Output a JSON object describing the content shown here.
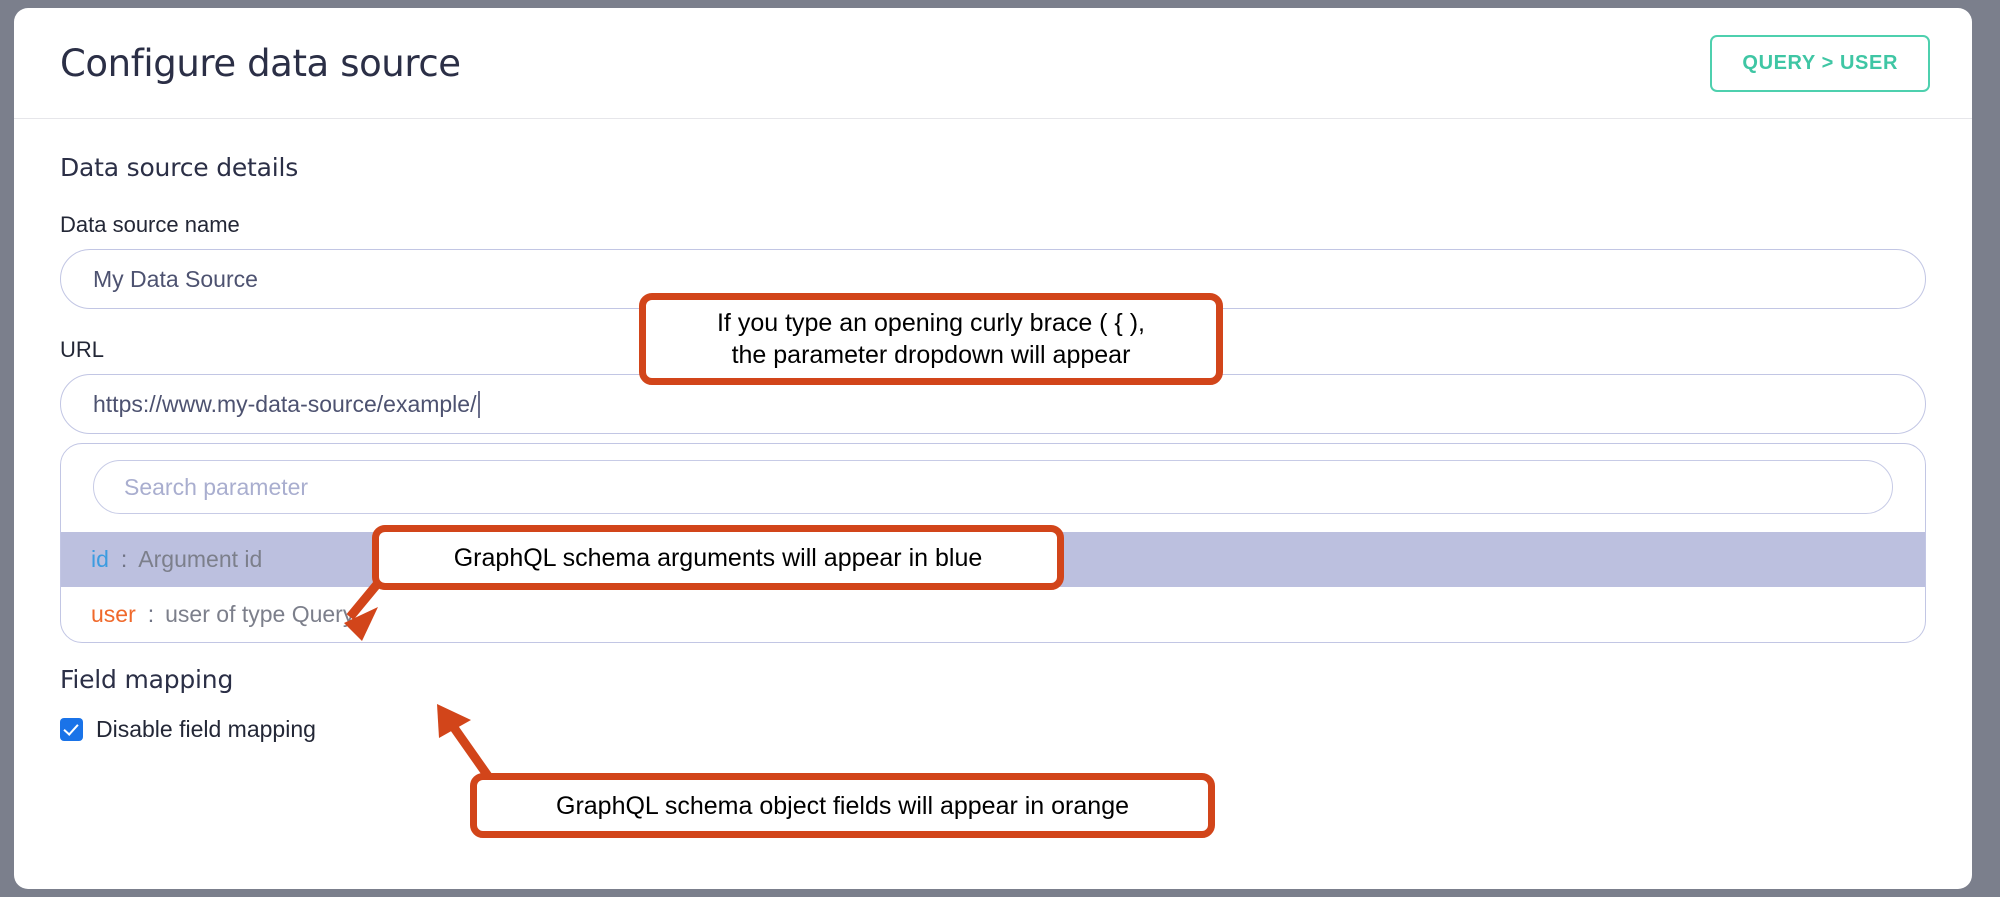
{
  "header": {
    "title": "Configure data source",
    "query_button": "QUERY > USER"
  },
  "form": {
    "section_heading": "Data source details",
    "name_label": "Data source name",
    "name_value": "My Data Source",
    "name_placeholder": "Data source name",
    "url_label": "URL",
    "url_value": "https://www.my-data-source/example/",
    "url_placeholder": "URL"
  },
  "parameter_dropdown": {
    "search_placeholder": "Search parameter",
    "search_value": "",
    "items": [
      {
        "key": "id",
        "key_color": "#3c9ce0",
        "key_kind": "argument",
        "separator": ":",
        "description": "Argument id",
        "highlighted": true
      },
      {
        "key": "user",
        "key_color": "#f0692b",
        "key_kind": "object-field",
        "separator": ":",
        "description": "user of type Query",
        "highlighted": false
      }
    ]
  },
  "field_mapping": {
    "heading": "Field mapping",
    "checkbox_label": "Disable field mapping",
    "checkbox_checked": true
  },
  "annotations": [
    {
      "id": "callout-1",
      "line1": "If you type an opening curly brace ( { ),",
      "line2": "the parameter dropdown will appear"
    },
    {
      "id": "callout-2",
      "line1": "GraphQL schema arguments will appear in blue",
      "line2": ""
    },
    {
      "id": "callout-3",
      "line1": "GraphQL schema object fields will appear in orange",
      "line2": ""
    }
  ],
  "colors": {
    "accent_teal": "#4ed0ae",
    "annotation_orange": "#d2451a",
    "argument_blue": "#3c9ce0",
    "object_field_orange": "#f0692b",
    "row_highlight": "#bcc0df",
    "input_border": "#c2c6e4",
    "checkbox_blue": "#1a73e8",
    "page_background": "#7b7f8c"
  }
}
